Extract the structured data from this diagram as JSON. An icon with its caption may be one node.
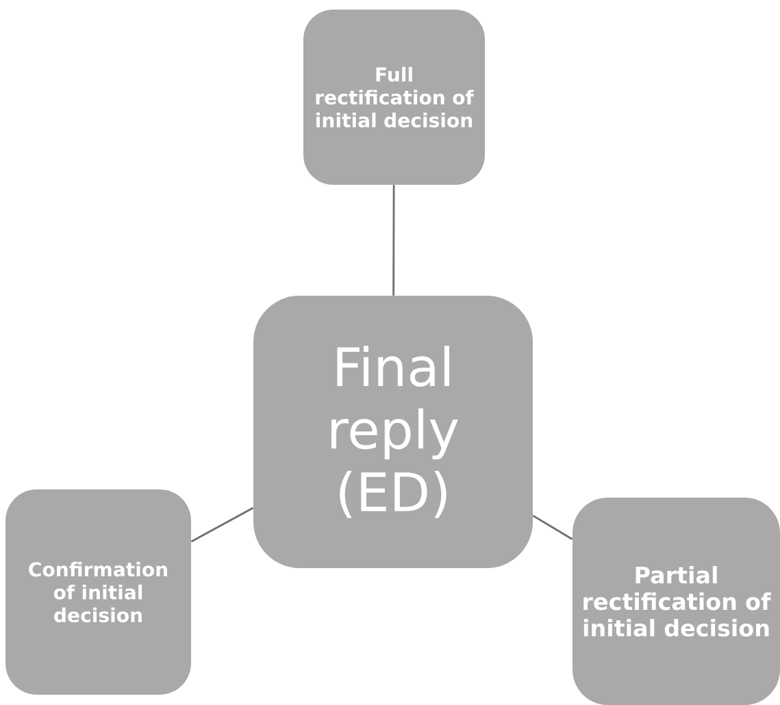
{
  "diagram": {
    "nodes": [
      {
        "text": [
          "Final reply (ED)"
        ]
      },
      {
        "text": [
          "Full rectification of initial decision"
        ]
      },
      {
        "text": [
          "Confirmation of initial decision"
        ]
      },
      {
        "text": [
          "Partial rectification of initial decision"
        ]
      }
    ],
    "edges": [
      {
        "from": 0,
        "to": 1,
        "arrow": "none"
      },
      {
        "from": 0,
        "to": 2,
        "arrow": "none"
      },
      {
        "from": 0,
        "to": 3,
        "arrow": "none"
      }
    ]
  }
}
